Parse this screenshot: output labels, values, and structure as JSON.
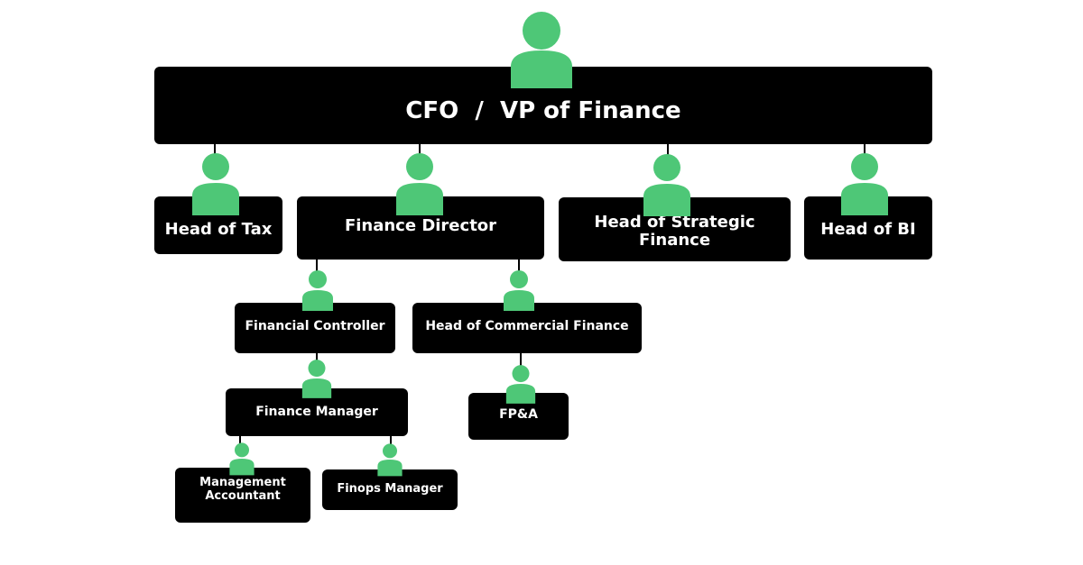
{
  "colors": {
    "box": "#000000",
    "text": "#ffffff",
    "person": "#4ec777",
    "background": "#ffffff"
  },
  "icon": "person-icon",
  "org": {
    "root": {
      "label_main": "CFO",
      "label_sep": "/",
      "label_rest": "VP of Finance"
    },
    "head_of_tax": {
      "label": "Head of Tax"
    },
    "finance_director": {
      "label": "Finance Director"
    },
    "head_of_strategic_finance": {
      "label": "Head of Strategic Finance"
    },
    "head_of_bi": {
      "label": "Head of BI"
    },
    "financial_controller": {
      "label": "Financial Controller"
    },
    "head_of_commercial_finance": {
      "label": "Head of Commercial Finance"
    },
    "finance_manager": {
      "label": "Finance Manager"
    },
    "fpa": {
      "label": "FP&A"
    },
    "management_accountant": {
      "label_line1": "Management",
      "label_line2": "Accountant"
    },
    "finops_manager": {
      "label": "Finops Manager"
    }
  }
}
